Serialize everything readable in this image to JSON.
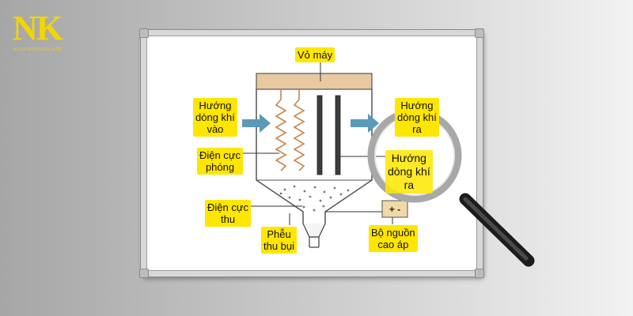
{
  "logo": {
    "mark": "NK",
    "subtitle": "NGAN KHOA CO., LTD"
  },
  "labels": {
    "housing": "Vỏ máy",
    "gas_in": [
      "Hướng",
      "dòng khí",
      "vào"
    ],
    "discharge_electrode": [
      "Điện cực",
      "phóng"
    ],
    "collecting_electrode": [
      "Điện cực",
      "thu"
    ],
    "dust_hopper": [
      "Phễu",
      "thu bụi"
    ],
    "gas_out": [
      "Hướng",
      "dòng khí",
      "ra"
    ],
    "power_supply": [
      "Bộ nguồn",
      "cao áp"
    ],
    "power_symbols": "+ -"
  },
  "colors": {
    "label_bg": "#ffe600",
    "arrow": "#5a9ab8",
    "housing_top": "#e8c9a0",
    "electrode_wire": "#c8864a",
    "logo": "#f2d600"
  }
}
